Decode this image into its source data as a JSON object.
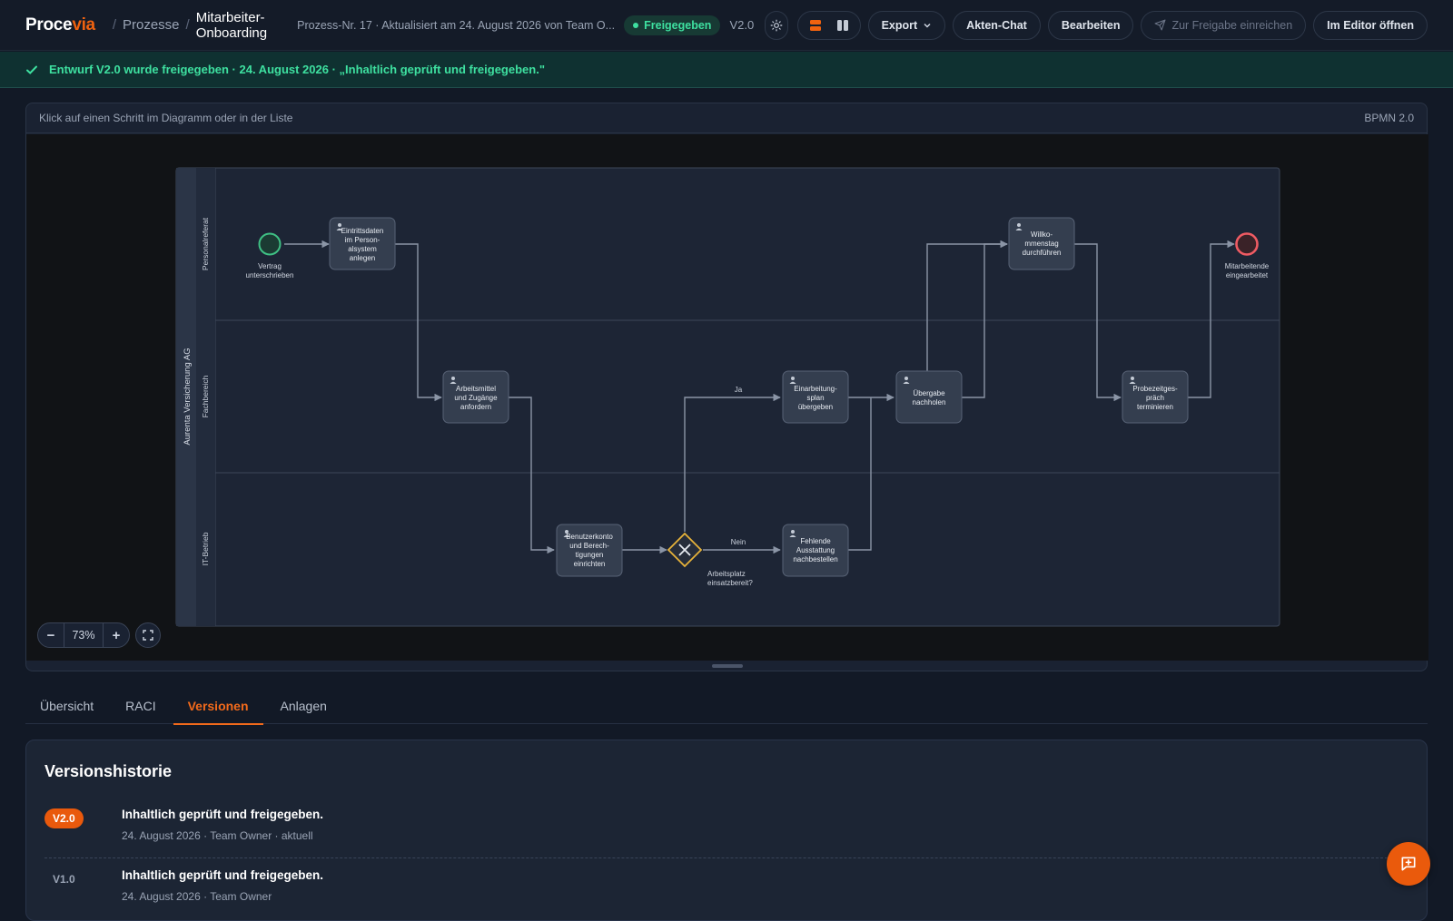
{
  "app": {
    "logo_main": "Proce",
    "logo_accent": "via"
  },
  "breadcrumb": {
    "root": "Prozesse",
    "current": "Mitarbeiter-Onboarding"
  },
  "header": {
    "meta": "Prozess-Nr. 17 · Aktualisiert am 24. August 2026 von Team O...",
    "status": "Freigegeben",
    "version": "V2.0",
    "buttons": {
      "export": "Export",
      "chat": "Akten-Chat",
      "edit": "Bearbeiten",
      "submit": "Zur Freigabe einreichen",
      "editor": "Im Editor öffnen"
    }
  },
  "banner": {
    "text": "Entwurf V2.0 wurde freigegeben · 24. August 2026 · „Inhaltlich geprüft und freigegeben.\""
  },
  "diagram": {
    "hint": "Klick auf einen Schritt im Diagramm oder in der Liste",
    "notation": "BPMN 2.0",
    "zoom": "73%",
    "pool": "Aurenta Versicherung AG",
    "lanes": [
      "Personalreferat",
      "Fachbereich",
      "IT-Betrieb"
    ],
    "start_event": [
      "Vertrag",
      "unterschrieben"
    ],
    "end_event": [
      "Mitarbeitende",
      "eingearbeitet"
    ],
    "tasks": {
      "t1": [
        "Eintrittsdaten",
        "im Person-",
        "alsystem",
        "anlegen"
      ],
      "t2": [
        "Arbeitsmittel",
        "und Zugänge",
        "anfordern"
      ],
      "t3": [
        "Benutzerkonto",
        "und Berech-",
        "tigungen",
        "einrichten"
      ],
      "t4": [
        "Einarbeitung-",
        "splan",
        "übergeben"
      ],
      "t5": [
        "Fehlende",
        "Ausstattung",
        "nachbestellen"
      ],
      "t6": [
        "Übergabe",
        "nachholen"
      ],
      "t7": [
        "Willko-",
        "mmenstag",
        "durchführen"
      ],
      "t8": [
        "Probezeitges-",
        "präch",
        "terminieren"
      ]
    },
    "gateway": [
      "Arbeitsplatz",
      "einsatzbereit?"
    ],
    "flow_yes": "Ja",
    "flow_no": "Nein"
  },
  "tabs": [
    "Übersicht",
    "RACI",
    "Versionen",
    "Anlagen"
  ],
  "versions": {
    "title": "Versionshistorie",
    "items": [
      {
        "badge": "V2.0",
        "text": "Inhaltlich geprüft und freigegeben.",
        "meta": "24. August 2026 · Team Owner · aktuell"
      },
      {
        "badge": "V1.0",
        "text": "Inhaltlich geprüft und freigegeben.",
        "meta": "24. August 2026 · Team Owner"
      }
    ]
  }
}
